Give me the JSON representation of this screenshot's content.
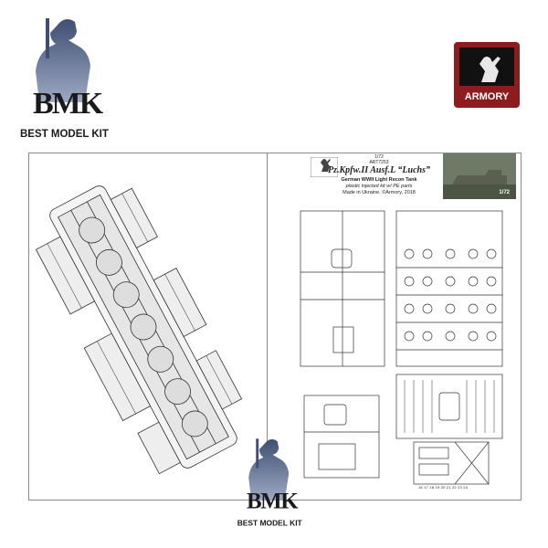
{
  "watermark": {
    "letters": "BMK",
    "tagline": "BEST MODEL KIT"
  },
  "brand": {
    "name": "ARMORY",
    "color": "#8e1c1f"
  },
  "instruction_sheet": {
    "scale": "1/72",
    "code": "ART7253",
    "title": "Pz.Kpfw.II Ausf.L “Luchs”",
    "subtitle": "German WWII Light Recon Tank",
    "kit_type": "plastic injected kit w/ PE parts",
    "made_in": "Made in Ukraine. ©Armory, 2018",
    "box_art_scale": "1/72",
    "pe_numbers": "16 17 18 19 20 21 22 23 24"
  },
  "icons": {
    "soldier": "soldier-silhouette-icon",
    "armory": "armory-soldier-icon"
  }
}
